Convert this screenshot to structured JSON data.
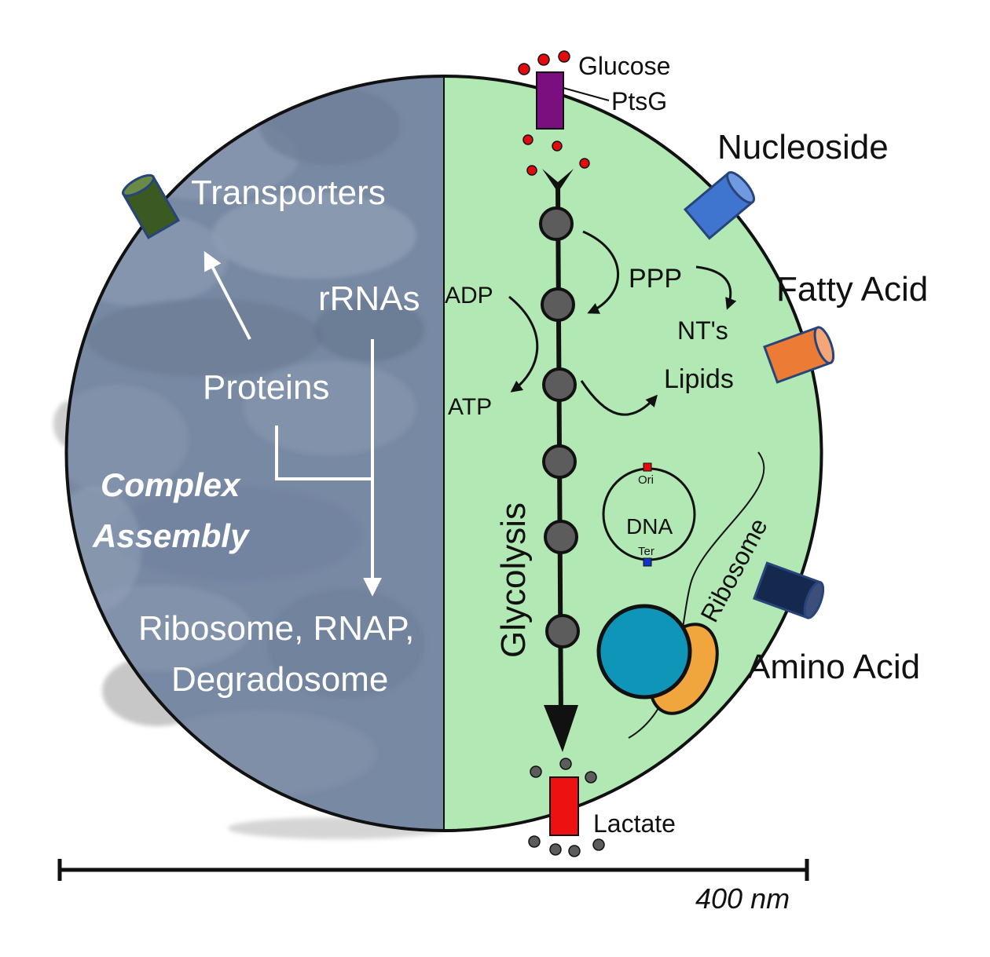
{
  "colors": {
    "cell_left_fill": "#7889a3",
    "cell_right_fill": "#b2e8b4",
    "membrane": "#111111",
    "ptsg": "#7b0f80",
    "glucose": "#e30b0b",
    "lactate_transporter": "#ee1111",
    "transporter_green": "#3b5a22",
    "nucleoside_transporter": "#3f74cf",
    "fatty_acid_transporter": "#ec7b35",
    "amino_acid_transporter": "#15294f",
    "ribosome_large": "#0e95b8",
    "ribosome_small": "#f0a63c",
    "metabolite_node": "#5c5c5c",
    "ori_mark": "#e30b0b",
    "ter_mark": "#1133cc"
  },
  "icons": [
    "transporter-green-icon",
    "nucleoside-transporter-icon",
    "fatty-acid-transporter-icon",
    "amino-acid-transporter-icon",
    "ptsg-transporter-icon",
    "lactate-transporter-icon",
    "ribosome-icon",
    "dna-circle-icon"
  ],
  "labels": {
    "glucose": "Glucose",
    "ptsg": "PtsG",
    "nucleoside": "Nucleoside",
    "fatty_acid": "Fatty Acid",
    "amino_acid": "Amino Acid",
    "transporters": "Transporters",
    "rrnas": "rRNAs",
    "proteins": "Proteins",
    "complex": "Complex",
    "assembly": "Assembly",
    "ribosome_rnap": "Ribosome, RNAP,",
    "degradosome": "Degradosome",
    "adp": "ADP",
    "atp": "ATP",
    "ppp": "PPP",
    "nts": "NT's",
    "lipids": "Lipids",
    "glycolysis": "Glycolysis",
    "dna": "DNA",
    "ori": "Ori",
    "ter": "Ter",
    "ribosome": "Ribosome",
    "lactate": "Lactate",
    "scale": "400 nm"
  }
}
